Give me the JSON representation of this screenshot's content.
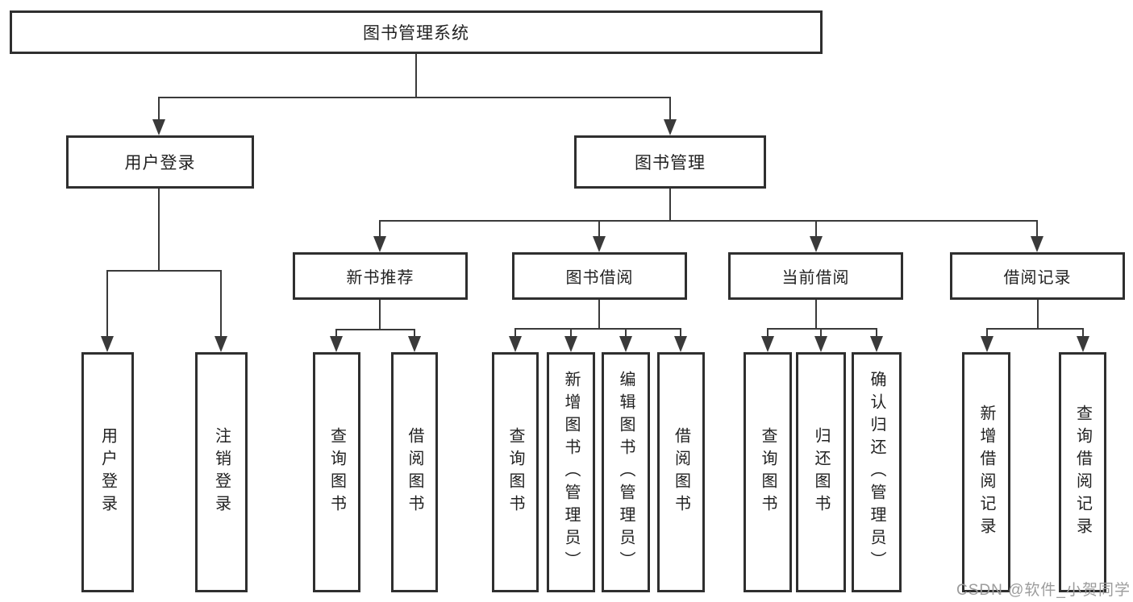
{
  "chart": {
    "type": "hierarchy-diagram",
    "root": "图书管理系统",
    "level2": {
      "login": "用户登录",
      "management": "图书管理"
    },
    "level3": {
      "recommend": "新书推荐",
      "borrow": "图书借阅",
      "current": "当前借阅",
      "records": "借阅记录"
    },
    "leaves": {
      "login": [
        "用户登录",
        "注销登录"
      ],
      "recommend": [
        "查询图书",
        "借阅图书"
      ],
      "borrow": [
        "查询图书",
        "新增图书（管理员）",
        "编辑图书（管理员）",
        "借阅图书"
      ],
      "current": [
        "查询图书",
        "归还图书",
        "确认归还（管理员）"
      ],
      "records": [
        "新增借阅记录",
        "查询借阅记录"
      ]
    }
  },
  "watermark": "CSDN @软件_小贺同学",
  "colors": {
    "line": "#3a3a3a",
    "box_border": "#2f2f2f",
    "text": "#222222",
    "watermark": "#9c9c9c",
    "background": "#ffffff"
  }
}
